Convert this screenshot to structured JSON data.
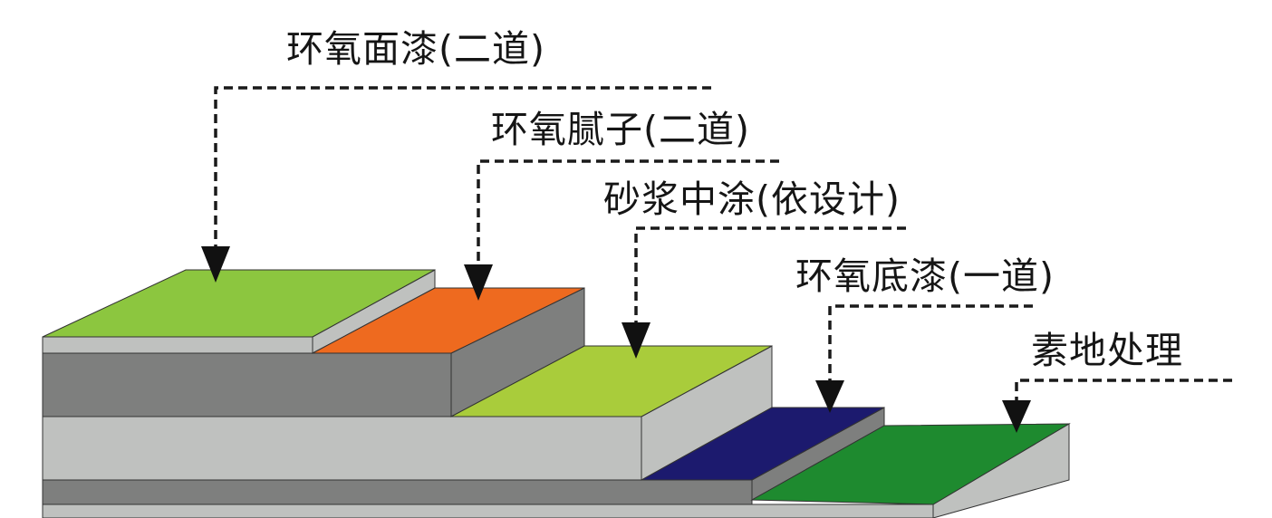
{
  "layers": [
    {
      "id": "topcoat",
      "label": "环氧面漆(二道)",
      "color": "#8cc63f"
    },
    {
      "id": "putty",
      "label": "环氧腻子(二道)",
      "color": "#ee6a1f"
    },
    {
      "id": "mortar",
      "label": "砂浆中涂(依设计)",
      "color": "#a9cc3b"
    },
    {
      "id": "primer",
      "label": "环氧底漆(一道)",
      "color": "#1c1a6e"
    },
    {
      "id": "substrate",
      "label": "素地处理",
      "color": "#1e8a2f"
    }
  ],
  "colors": {
    "slab_light": "#bfc1bf",
    "slab_dark": "#7e7f7e",
    "slab_darker": "#5e5f5e",
    "leader": "#1a1a1a"
  }
}
